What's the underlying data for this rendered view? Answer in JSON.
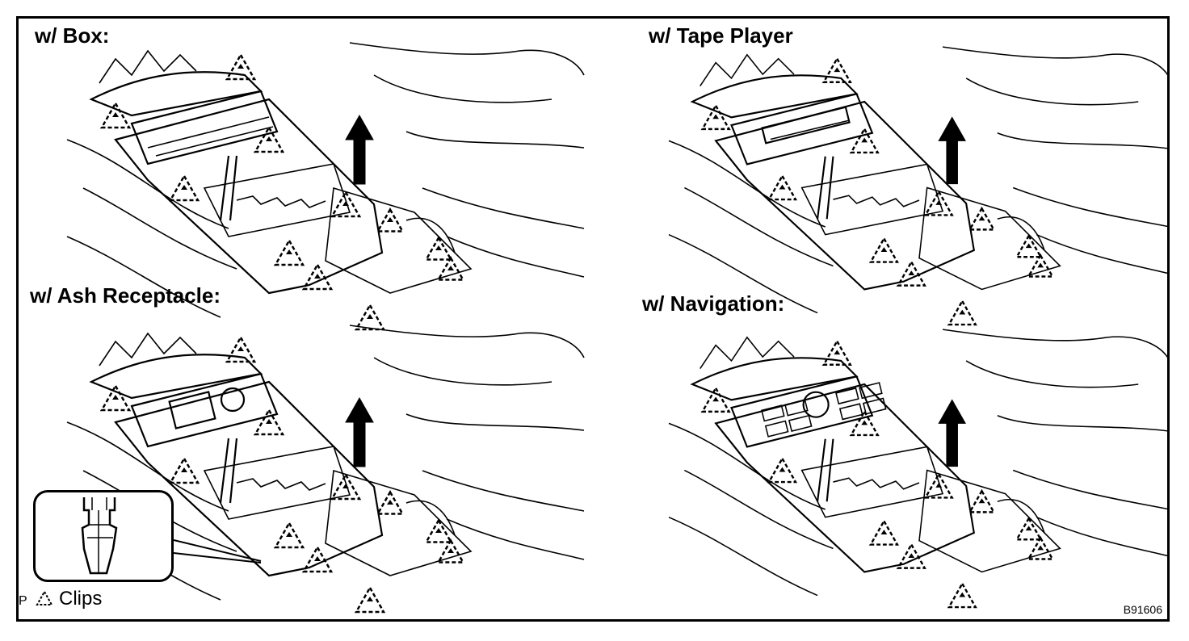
{
  "panels": [
    {
      "label": "w/ Box:",
      "variant": "box"
    },
    {
      "label": "w/ Tape Player",
      "variant": "tape"
    },
    {
      "label": "w/ Ash Receptacle:",
      "variant": "ash"
    },
    {
      "label": "w/ Navigation:",
      "variant": "navigation"
    }
  ],
  "legend": {
    "prefix": "P",
    "text": "Clips"
  },
  "figure_code": "B91606",
  "colors": {
    "line": "#000000",
    "background": "#ffffff"
  }
}
